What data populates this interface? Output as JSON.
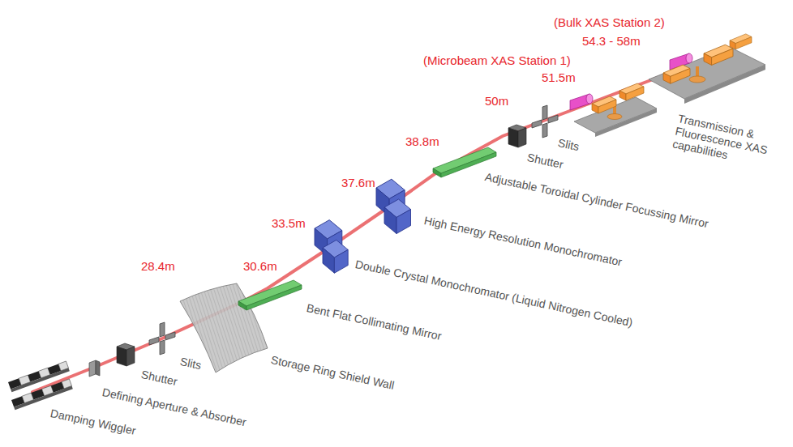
{
  "diagram": {
    "labels": [
      "(Bulk XAS Station 2)",
      "54.3 - 58m",
      "(Microbeam XAS Station 1)",
      "51.5m",
      "50m",
      "38.8m",
      "37.6m",
      "33.5m",
      "30.6m",
      "28.4m",
      "Transmission & Fluorescence XAS capabilities",
      "Slits",
      "Shutter",
      "Adjustable Toroidal Cylinder Focussing Mirror",
      "High Energy Resolution Monochromator",
      "Double Crystal Monochromator (Liquid Nitrogen Cooled)",
      "Bent Flat Collimating Mirror",
      "Storage Ring Shield Wall",
      "Slits",
      "Shutter",
      "Defining Aperture & Absorber",
      "Damping Wiggler"
    ]
  }
}
